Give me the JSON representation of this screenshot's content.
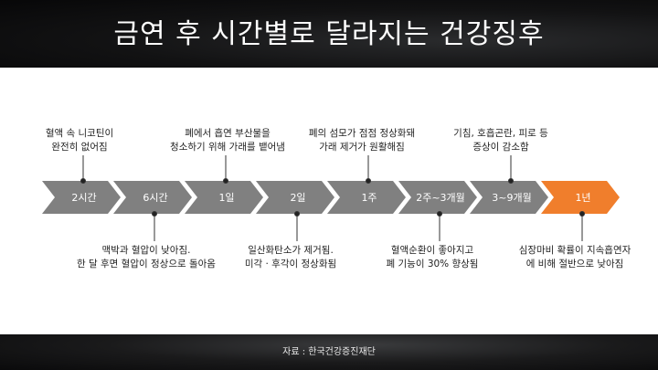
{
  "title": "금연 후 시간별로 달라지는 건강징후",
  "source": "자료 : 한국건강증진재단",
  "colors": {
    "step": "#808080",
    "highlight": "#f07e2c"
  },
  "steps": [
    {
      "label": "2시간",
      "highlight": false
    },
    {
      "label": "6시간",
      "highlight": false
    },
    {
      "label": "1일",
      "highlight": false
    },
    {
      "label": "2일",
      "highlight": false
    },
    {
      "label": "1주",
      "highlight": false
    },
    {
      "label": "2주~3개월",
      "highlight": false
    },
    {
      "label": "3~9개월",
      "highlight": false
    },
    {
      "label": "1년",
      "highlight": true
    }
  ],
  "notes": {
    "n0": {
      "line1": "혈액 속 니코틴이",
      "line2": "완전히 없어짐"
    },
    "n1": {
      "line1": "맥박과 혈압이 낮아짐.",
      "line2": "한 달 후면 혈압이 정상으로 돌아옴"
    },
    "n2": {
      "line1": "폐에서 흡연 부산물을",
      "line2": "청소하기 위해 가래를 뱉어냄"
    },
    "n3": {
      "line1": "일산화탄소가 제거됨.",
      "line2": "미각 · 후각이 정상화됨"
    },
    "n4": {
      "line1": "폐의 섬모가 점점 정상화돼",
      "line2": "가래 제거가 원활해짐"
    },
    "n5": {
      "line1": "혈액순환이 좋아지고",
      "line2": "폐 기능이 30% 향상됨"
    },
    "n6": {
      "line1": "기침, 호흡곤란, 피로 등",
      "line2": "증상이 감소함"
    },
    "n7": {
      "line1": "심장마비 확률이 지속흡연자",
      "line2": "에 비해 절반으로 낮아짐"
    }
  }
}
